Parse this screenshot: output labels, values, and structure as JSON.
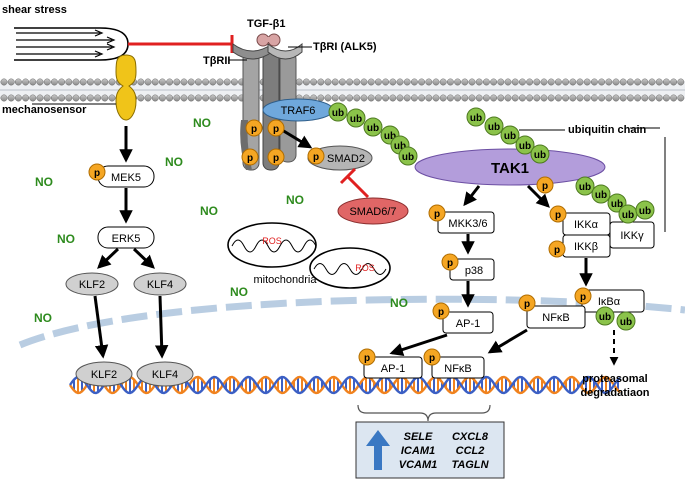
{
  "labels": {
    "shear_stress": "shear stress",
    "tgfb1": "TGF-β1",
    "tbrii": "TβRII",
    "tbri": "TβRI (ALK5)",
    "mechanosensor": "mechanosensor",
    "traf6": "TRAF6",
    "smad2": "SMAD2",
    "smad67": "SMAD6/7",
    "tak1": "TAK1",
    "ubiquitin_chain": "ubiquitin chain",
    "mek5": "MEK5",
    "erk5": "ERK5",
    "klf2": "KLF2",
    "klf4": "KLF4",
    "mkk36": "MKK3/6",
    "p38": "p38",
    "ap1": "AP-1",
    "nfkb": "NFκB",
    "ikka": "IKKα",
    "ikkb": "IKKβ",
    "ikky": "IKKγ",
    "ikba": "IκBα",
    "ros": "ROS",
    "mitochondria": "mitochondria",
    "proteasomal_1": "proteasomal",
    "proteasomal_2": "degradatiaon",
    "no": "NO",
    "p": "p",
    "ub": "ub"
  },
  "genes": {
    "col1": [
      "SELE",
      "ICAM1",
      "VCAM1"
    ],
    "col2": [
      "CXCL8",
      "CCL2",
      "TAGLN"
    ]
  },
  "colors": {
    "phospho": "#f5a623",
    "ubiquitin": "#8bc34a",
    "tak1": "#b39ddb",
    "traf6": "#6fa8dc",
    "smad67": "#e06666",
    "no_text": "#2e8b1e",
    "inhibit": "#e02020",
    "gene_box": "#dce6f1",
    "gene_arrow": "#3a78c3",
    "ros": "#e02020"
  }
}
